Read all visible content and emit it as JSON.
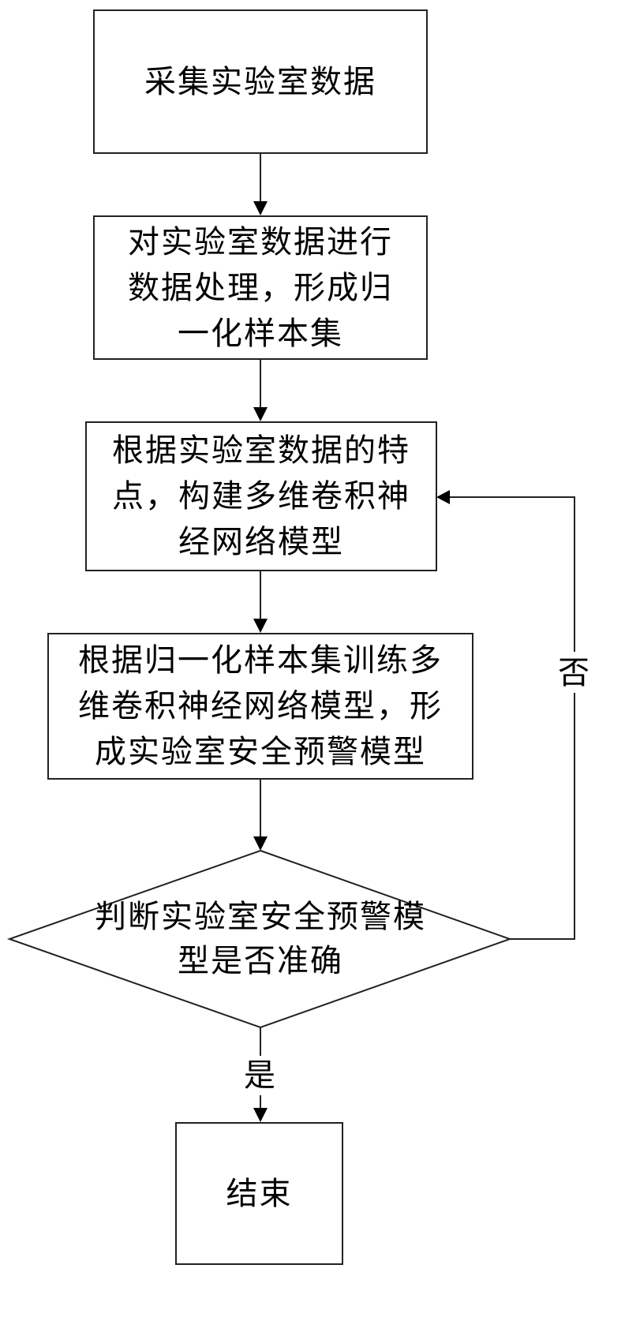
{
  "flowchart": {
    "step1": "采集实验室数据",
    "step2": "对实验室数据进行\n数据处理，形成归\n一化样本集",
    "step3": "根据实验室数据的特\n点，构建多维卷积神\n经网络模型",
    "step4": "根据归一化样本集训练多\n维卷积神经网络模型，形\n成实验室安全预警模型",
    "decision": "判断实验室安全预警模\n型是否准确",
    "yes_label": "是",
    "no_label": "否",
    "end": "结束"
  }
}
